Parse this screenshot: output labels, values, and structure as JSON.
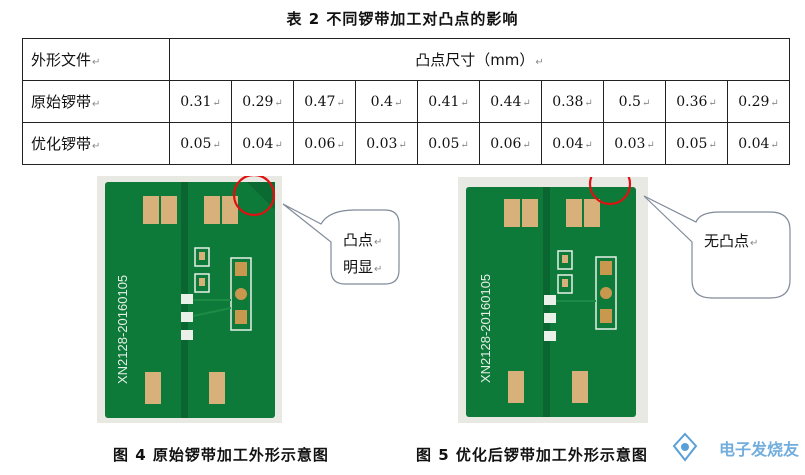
{
  "table_title": "表 2  不同锣带加工对凸点的影响",
  "table": {
    "header": {
      "col1": "外形文件",
      "col2": "凸点尺寸（mm）"
    },
    "rows": [
      {
        "label": "原始锣带",
        "values": [
          "0.31",
          "0.29",
          "0.47",
          "0.4",
          "0.41",
          "0.44",
          "0.38",
          "0.5",
          "0.36",
          "0.29"
        ]
      },
      {
        "label": "优化锣带",
        "values": [
          "0.05",
          "0.04",
          "0.06",
          "0.03",
          "0.05",
          "0.06",
          "0.04",
          "0.03",
          "0.05",
          "0.04"
        ]
      }
    ]
  },
  "figure_left": {
    "callout_lines": [
      "凸点",
      "明显"
    ],
    "board_text": "XN2128-20160105",
    "caption": "图 4  原始锣带加工外形示意图"
  },
  "figure_right": {
    "callout_lines": [
      "无凸点"
    ],
    "board_text": "XN2128-20160105",
    "caption": "图 5  优化后锣带加工外形示意图"
  },
  "watermark": "电子发烧友",
  "colors": {
    "pcb_green": "#0d7a3a",
    "pcb_dark": "#07582a",
    "pad_gold": "#d8b07a",
    "highlight_red": "#e01010"
  }
}
